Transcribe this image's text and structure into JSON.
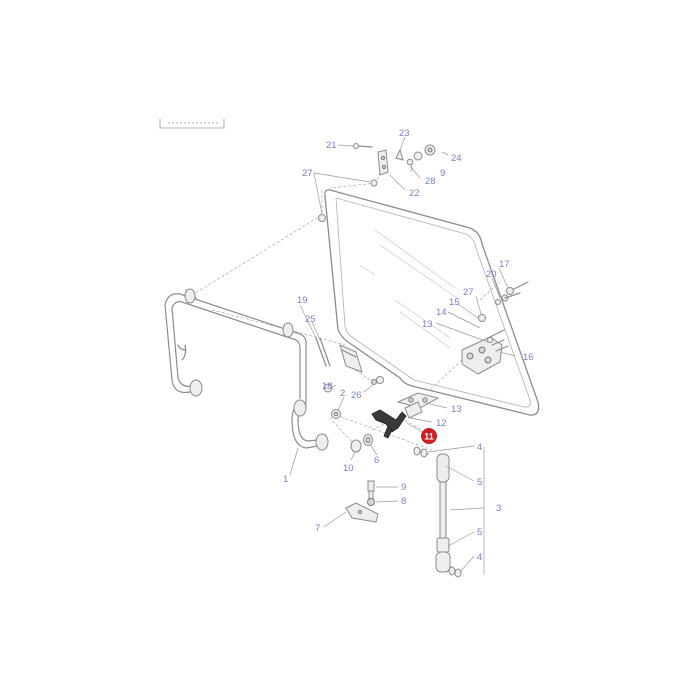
{
  "callouts": {
    "c1": "1",
    "c2": "2",
    "c3": "3",
    "c4a": "4",
    "c4b": "4",
    "c5a": "5",
    "c5b": "5",
    "c6": "6",
    "c7": "7",
    "c8": "8",
    "c9a": "9",
    "c9b": "9",
    "c10": "10",
    "c12": "12",
    "c13a": "13",
    "c13b": "13",
    "c14": "14",
    "c15": "15",
    "c16": "16",
    "c17": "17",
    "c18": "18",
    "c19": "19",
    "c20": "20",
    "c21": "21",
    "c22": "22",
    "c23": "23",
    "c24": "24",
    "c25": "25",
    "c26": "26",
    "c27a": "27",
    "c27b": "27",
    "c28": "28"
  },
  "highlight": {
    "label": "11",
    "color": "#cc1f1f"
  },
  "colors": {
    "callout": "#7e7ec8",
    "line": "#8c8c8c",
    "highlight": "#cc1f1f"
  }
}
